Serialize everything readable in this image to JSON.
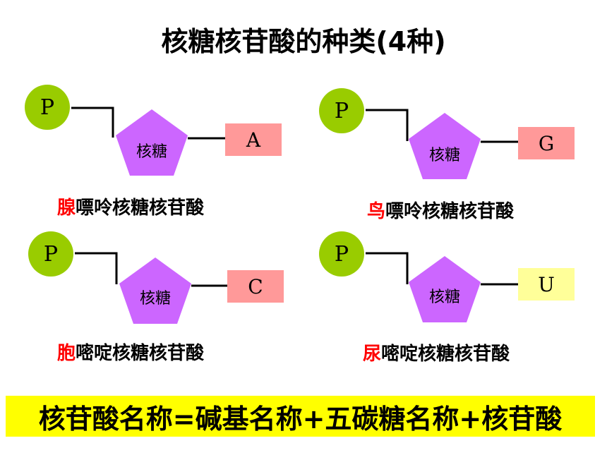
{
  "title": "核糖核苷酸的种类(4种)",
  "nucleotides": [
    {
      "phosphate": "P",
      "sugar": "核糖",
      "base": "A",
      "base_color": "#ff9999",
      "name_highlight": "腺",
      "name_rest": "嘌呤核糖核苷酸"
    },
    {
      "phosphate": "P",
      "sugar": "核糖",
      "base": "G",
      "base_color": "#ff9999",
      "name_highlight": "鸟",
      "name_rest": "嘌呤核糖核苷酸"
    },
    {
      "phosphate": "P",
      "sugar": "核糖",
      "base": "C",
      "base_color": "#ff9999",
      "name_highlight": "胞",
      "name_rest": "嘧啶核糖核苷酸"
    },
    {
      "phosphate": "P",
      "sugar": "核糖",
      "base": "U",
      "base_color": "#ffff99",
      "name_highlight": "尿",
      "name_rest": "嘧啶核糖核苷酸"
    }
  ],
  "formula": "核苷酸名称=碱基名称+五碳糖名称+核苷酸",
  "colors": {
    "phosphate": "#99cc00",
    "sugar": "#cc66ff",
    "highlight": "#ff0000",
    "formula_bg": "#ffff00"
  }
}
